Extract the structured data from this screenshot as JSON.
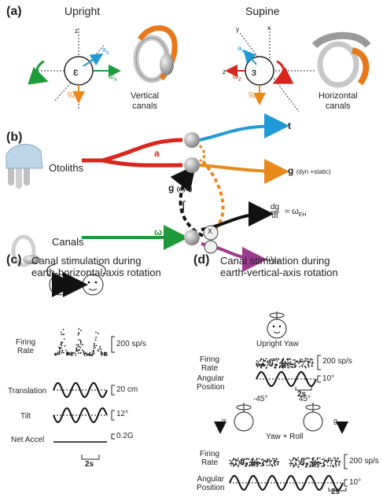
{
  "panel_a": {
    "label": "(a)",
    "upright": "Upright",
    "supine": "Supine",
    "vertical_canals": [
      "Vertical",
      "canals"
    ],
    "horizontal_canals": [
      "Horizontal",
      "canals"
    ],
    "axes_upright": {
      "z": "z",
      "ax": "a",
      "ax_sub": "x",
      "omega": "ω",
      "omega_sub": "x",
      "g": "g",
      "g_sub": "x"
    },
    "axes_supine": {
      "y": "y",
      "x": "x",
      "z": "z",
      "ax": "a",
      "ax_sub": "x",
      "omega": "ω",
      "omega_sub": "z",
      "g": "g",
      "g_sub": "x"
    }
  },
  "panel_b": {
    "label": "(b)",
    "otoliths": "Otoliths",
    "canals": "Canals",
    "a": "a",
    "omega": "ω",
    "t": "t",
    "g_out": "g",
    "g_out_sub": "(dyn +static)",
    "g_dyn": "g",
    "g_dyn_sub": "(dyn)",
    "integral": "∫",
    "dg": "dg",
    "dt": "dt",
    "approx": "≈ ω",
    "approx_sub": "EH",
    "omega_ev": "ω",
    "omega_ev_sub": "EV",
    "times": "X",
    "dot": "·"
  },
  "panel_c": {
    "label": "(c)",
    "title_line1": "Canal stimulation during",
    "title_line2": "earth-horizontal-axis rotation",
    "rows": [
      "Firing Rate",
      "Translation",
      "Tilt",
      "Net Accel"
    ],
    "firing_label": [
      "Firing",
      "Rate"
    ],
    "scale_firing": "200 sp/s",
    "scale_translation": "20 cm",
    "scale_tilt": "12°",
    "scale_accel": "0.2G",
    "time_scale": "2s"
  },
  "panel_d": {
    "label": "(d)",
    "title_line1": "Canal stimulation during",
    "title_line2": "earth-vertical-axis rotation",
    "upright_yaw": "Upright Yaw",
    "yaw_roll": "Yaw + Roll",
    "firing_label": [
      "Firing",
      "Rate"
    ],
    "angular_label": [
      "Angular",
      "Position"
    ],
    "scale_firing": "200 sp/s",
    "scale_angle": "10°",
    "time_scale": "2s",
    "angle_left": "-45°",
    "angle_right": "45°",
    "g": "g"
  },
  "colors": {
    "red": "#d9261c",
    "green": "#1f9a3a",
    "blue": "#1f9ad6",
    "orange": "#e8891c",
    "purple": "#9a3d8f",
    "canal_orange": "#e8781c",
    "gray": "#9a9a9a"
  }
}
